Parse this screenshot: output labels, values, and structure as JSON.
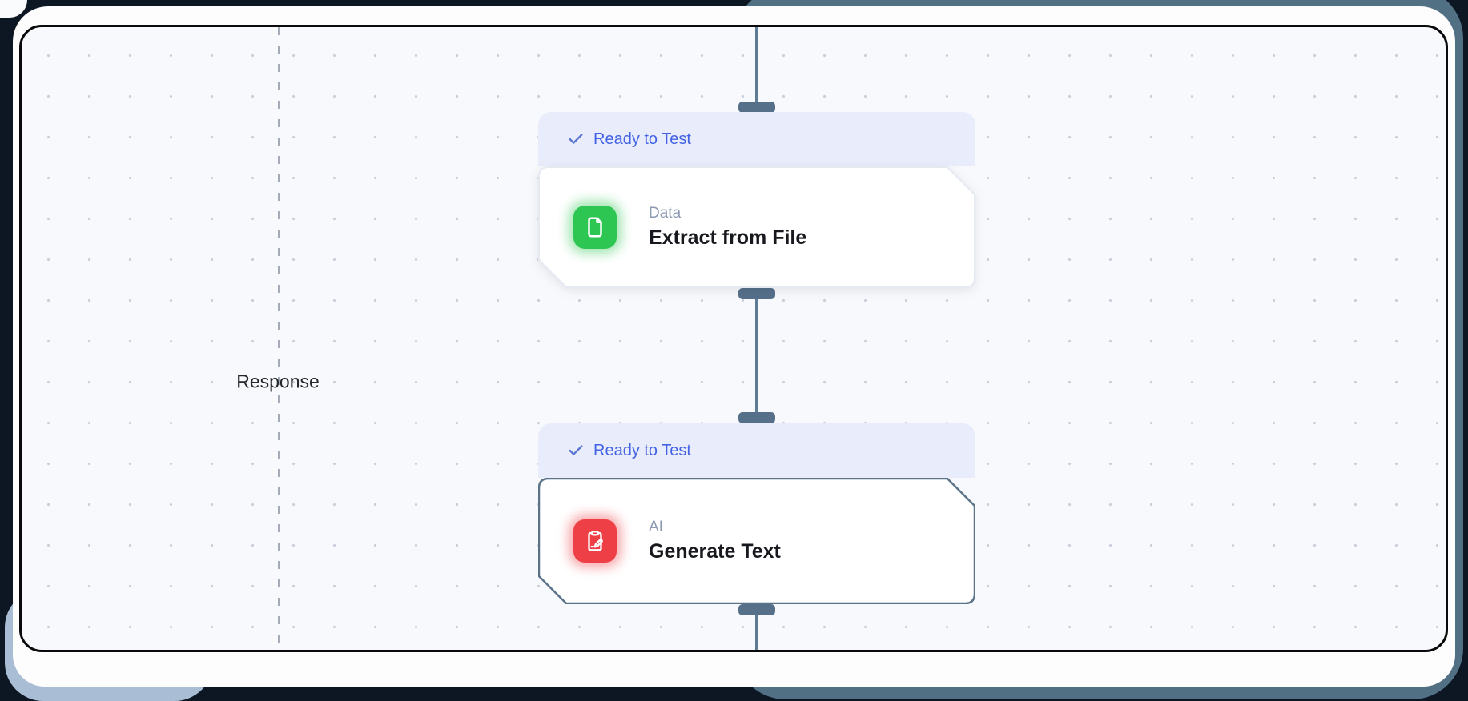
{
  "frame": {
    "background": "#0d1724",
    "panel_background": "#fdfdfe",
    "canvas_background": "#f8f9fc",
    "canvas_border": "#0a0a0c",
    "corner_accent_color": "#527084"
  },
  "canvas": {
    "response_label": "Response",
    "dot_color": "#c9cfd9",
    "guide_line_color": "#a5abb7",
    "edge_color": "#5f7c96",
    "handle_color": "#56708a"
  },
  "nodes": [
    {
      "status": "Ready to Test",
      "status_text_color": "#4463e4",
      "status_background": "#e9edfb",
      "category": "Data",
      "title": "Extract from File",
      "icon": "file-icon",
      "icon_bg": "#2dc653",
      "border_color": "#e4e9f2",
      "selected": false
    },
    {
      "status": "Ready to Test",
      "status_text_color": "#4463e4",
      "status_background": "#e9edfb",
      "category": "AI",
      "title": "Generate Text",
      "icon": "clipboard-edit-icon",
      "icon_bg": "#ee3e46",
      "border_color": "#5b7389",
      "selected": true
    }
  ]
}
